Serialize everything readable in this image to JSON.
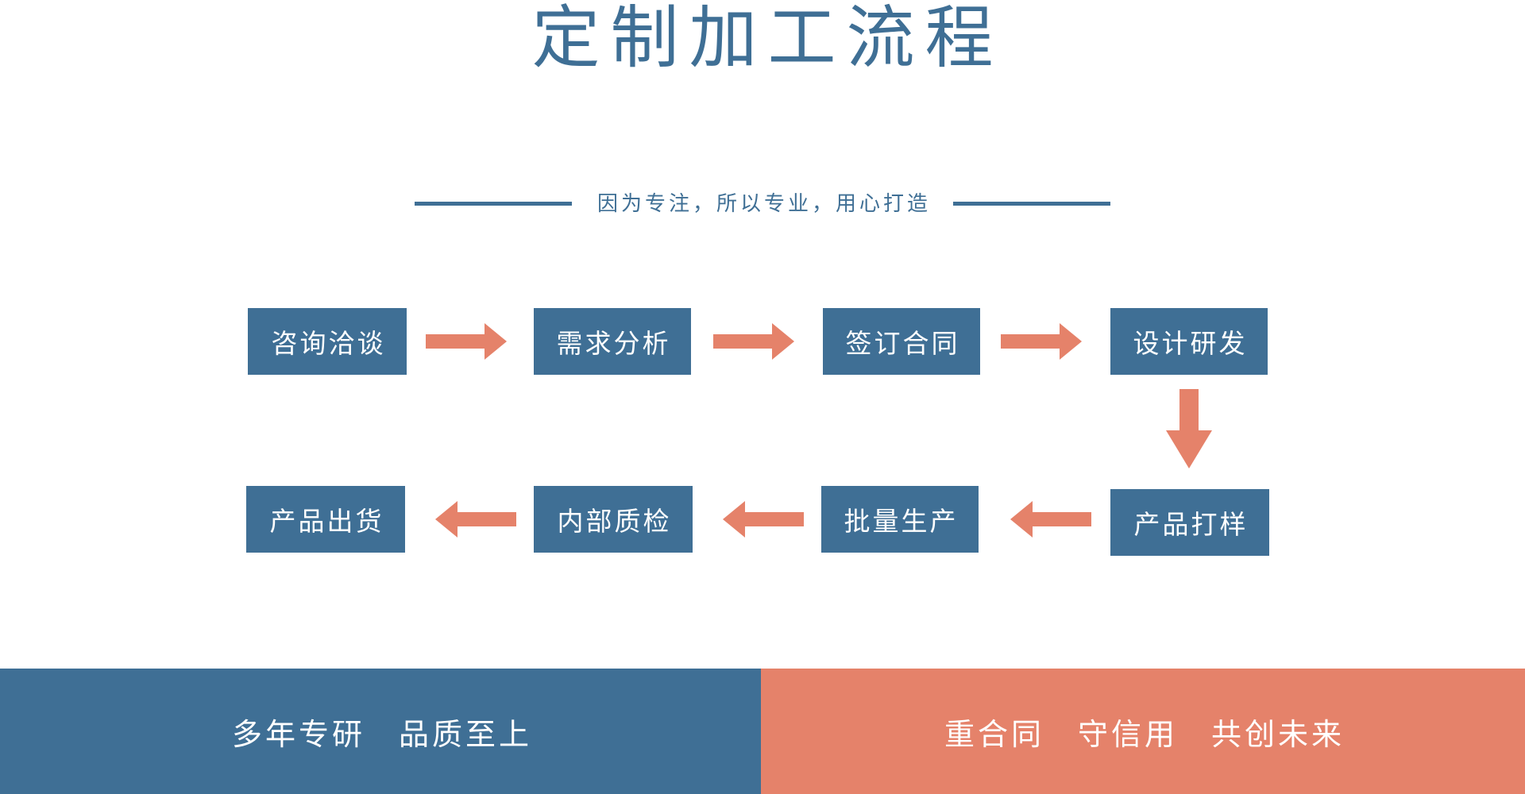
{
  "header": {
    "title": "定制加工流程",
    "subtitle": "因为专注，所以专业，用心打造",
    "title_color": "#3f6f95",
    "rule_color": "#3f6f95"
  },
  "flow": {
    "node_color": "#3f6f95",
    "node_text_color": "#ffffff",
    "arrow_color": "#e5826a",
    "row1": [
      {
        "label": "咨询洽谈"
      },
      {
        "label": "需求分析"
      },
      {
        "label": "签订合同"
      },
      {
        "label": "设计研发"
      }
    ],
    "row2": [
      {
        "label": "产品出货"
      },
      {
        "label": "内部质检"
      },
      {
        "label": "批量生产"
      },
      {
        "label": "产品打样"
      }
    ],
    "arrows": {
      "row1_direction": "right",
      "row2_direction": "left",
      "connector_direction": "down"
    }
  },
  "banner": {
    "left_text": "多年专研　品质至上",
    "right_text": "重合同　守信用　共创未来",
    "left_bg": "#3f6f95",
    "right_bg": "#e5826a",
    "text_color": "#ffffff"
  }
}
